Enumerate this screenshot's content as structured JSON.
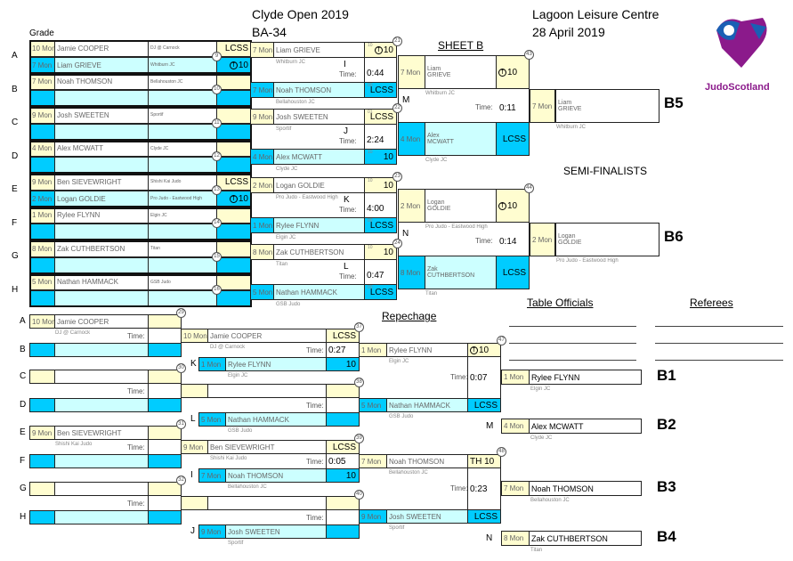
{
  "header": {
    "title": "Clyde Open 2019",
    "code": "BA-34",
    "venue": "Lagoon Leisure Centre",
    "date": "28 April 2019",
    "sheet": "SHEET B",
    "semifinalists": "SEMI-FINALISTS",
    "repechage": "Repechage",
    "table_officials": "Table Officials",
    "referees": "Referees",
    "grade": "Grade",
    "time_label": "Time:",
    "logo_text": "JudoScotland"
  },
  "colors": {
    "yellow": "#fffdd0",
    "blue": "#00ccff",
    "cyan": "#ccffff"
  },
  "pools": [
    {
      "letter": "A",
      "bout": "9",
      "rows": [
        {
          "grade": "10 Mon",
          "name": "Jamie COOPER",
          "club": "DJ @ Carnock",
          "score": "LCSS"
        },
        {
          "grade": "7 Mon",
          "name": "Liam GRIEVE",
          "club": "Whitburn JC",
          "score": "10",
          "t": "T"
        }
      ]
    },
    {
      "letter": "B",
      "bout": "10",
      "rows": [
        {
          "grade": "7 Mon",
          "name": "Noah THOMSON",
          "club": "Bellahouston JC",
          "score": ""
        },
        {
          "grade": "",
          "name": "",
          "club": "",
          "score": ""
        }
      ]
    },
    {
      "letter": "C",
      "bout": "11",
      "rows": [
        {
          "grade": "9 Mon",
          "name": "Josh SWEETEN",
          "club": "Sportif",
          "score": ""
        },
        {
          "grade": "",
          "name": "",
          "club": "",
          "score": ""
        }
      ]
    },
    {
      "letter": "D",
      "bout": "12",
      "rows": [
        {
          "grade": "4 Mon",
          "name": "Alex MCWATT",
          "club": "Clyde JC",
          "score": ""
        },
        {
          "grade": "",
          "name": "",
          "club": "",
          "score": ""
        }
      ]
    },
    {
      "letter": "E",
      "bout": "13",
      "rows": [
        {
          "grade": "9 Mon",
          "name": "Ben SIEVEWRIGHT",
          "club": "Shishi Kai Judo",
          "score": "LCSS"
        },
        {
          "grade": "2 Mon",
          "name": "Logan GOLDIE",
          "club": "Pro Judo - Eastwood High",
          "score": "10",
          "t": "T"
        }
      ]
    },
    {
      "letter": "F",
      "bout": "14",
      "rows": [
        {
          "grade": "1 Mon",
          "name": "Rylee FLYNN",
          "club": "Elgin JC",
          "score": ""
        },
        {
          "grade": "",
          "name": "",
          "club": "",
          "score": ""
        }
      ]
    },
    {
      "letter": "G",
      "bout": "15",
      "rows": [
        {
          "grade": "8 Mon",
          "name": "Zak CUTHBERTSON",
          "club": "Titan",
          "score": ""
        },
        {
          "grade": "",
          "name": "",
          "club": "",
          "score": ""
        }
      ]
    },
    {
      "letter": "H",
      "bout": "16",
      "rows": [
        {
          "grade": "5 Mon",
          "name": "Nathan HAMMACK",
          "club": "GSB Judo",
          "score": ""
        },
        {
          "grade": "",
          "name": "",
          "club": "",
          "score": ""
        }
      ]
    }
  ],
  "round2": [
    {
      "bout": "21",
      "label": "I",
      "time": "0:44",
      "top": {
        "grade": "7 Mon",
        "name": "Liam GRIEVE",
        "club": "Whitburn JC",
        "score": "10",
        "t": "T",
        "sub": "10"
      },
      "bottom": {
        "grade": "7 Mon",
        "name": "Noah THOMSON",
        "club": "Bellahouston JC",
        "score": "LCSS",
        "sub": "00"
      }
    },
    {
      "bout": "22",
      "label": "J",
      "time": "2:24",
      "top": {
        "grade": "9 Mon",
        "name": "Josh SWEETEN",
        "club": "Sportif",
        "score": "LCSS",
        "sub": "01"
      },
      "bottom": {
        "grade": "4 Mon",
        "name": "Alex MCWATT",
        "club": "Clyde JC",
        "score": "10",
        "sub": "10"
      }
    },
    {
      "bout": "23",
      "label": "K",
      "time": "4:00",
      "top": {
        "grade": "2 Mon",
        "name": "Logan GOLDIE",
        "club": "Pro Judo - Eastwood High",
        "score": "10",
        "sub": "10"
      },
      "bottom": {
        "grade": "1 Mon",
        "name": "Rylee FLYNN",
        "club": "Elgin JC",
        "score": "LCSS",
        "sub": "00"
      }
    },
    {
      "bout": "24",
      "label": "L",
      "time": "0:47",
      "top": {
        "grade": "8 Mon",
        "name": "Zak CUTHBERTSON",
        "club": "Titan",
        "score": "10",
        "sub": "10"
      },
      "bottom": {
        "grade": "5 Mon",
        "name": "Nathan HAMMACK",
        "club": "GSB Judo",
        "score": "LCSS",
        "sub": "00"
      }
    }
  ],
  "semis": [
    {
      "bout": "43",
      "label": "M",
      "time": "0:11",
      "top": {
        "grade": "7 Mon",
        "first": "Liam",
        "last": "GRIEVE",
        "club": "Whitburn JC",
        "score": "10",
        "t": "T",
        "sub": "10"
      },
      "bottom": {
        "grade": "4 Mon",
        "first": "Alex",
        "last": "MCWATT",
        "club": "Clyde JC",
        "score": "LCSS",
        "sub": "00"
      },
      "final": {
        "place": "B5",
        "grade": "7 Mon",
        "first": "Liam",
        "last": "GRIEVE",
        "club": "Whitburn JC"
      }
    },
    {
      "bout": "44",
      "label": "N",
      "time": "0:14",
      "top": {
        "grade": "2 Mon",
        "first": "Logan",
        "last": "GOLDIE",
        "club": "Pro Judo - Eastwood High",
        "score": "10",
        "t": "T",
        "sub": "10"
      },
      "bottom": {
        "grade": "8 Mon",
        "first": "Zak",
        "last": "CUTHBERTSON",
        "club": "Titan",
        "score": "LCSS",
        "sub": "00"
      },
      "final": {
        "place": "B6",
        "grade": "2 Mon",
        "first": "Logan",
        "last": "GOLDIE",
        "club": "Pro Judo - Eastwood High"
      }
    }
  ],
  "rep1": [
    {
      "bout": "29",
      "letters": [
        "A",
        "B"
      ],
      "top": {
        "grade": "10 Mon",
        "name": "Jamie COOPER",
        "club": "DJ @ Carnock"
      },
      "bottom": {
        "grade": "",
        "name": "",
        "club": ""
      }
    },
    {
      "bout": "30",
      "letters": [
        "C",
        "D"
      ],
      "top": {
        "grade": "",
        "name": "",
        "club": ""
      },
      "bottom": {
        "grade": "",
        "name": "",
        "club": ""
      }
    },
    {
      "bout": "31",
      "letters": [
        "E",
        "F"
      ],
      "top": {
        "grade": "9 Mon",
        "name": "Ben SIEVEWRIGHT",
        "club": "Shishi Kai Judo"
      },
      "bottom": {
        "grade": "",
        "name": "",
        "club": ""
      }
    },
    {
      "bout": "32",
      "letters": [
        "G",
        "H"
      ],
      "top": {
        "grade": "",
        "name": "",
        "club": ""
      },
      "bottom": {
        "grade": "",
        "name": "",
        "club": ""
      }
    }
  ],
  "rep2": [
    {
      "bout": "37",
      "label": "K",
      "time": "0:27",
      "top": {
        "grade": "10 Mon",
        "name": "Jamie COOPER",
        "club": "DJ @ Carnock",
        "score": "LCSS"
      },
      "bottom": {
        "grade": "1 Mon",
        "name": "Rylee FLYNN",
        "club": "Elgin JC",
        "score": "10"
      }
    },
    {
      "bout": "38",
      "label": "L",
      "time": "",
      "top": {
        "grade": "",
        "name": "",
        "club": "",
        "score": ""
      },
      "bottom": {
        "grade": "5 Mon",
        "name": "Nathan HAMMACK",
        "club": "GSB Judo",
        "score": ""
      }
    },
    {
      "bout": "39",
      "label": "I",
      "time": "0:05",
      "top": {
        "grade": "9 Mon",
        "name": "Ben SIEVEWRIGHT",
        "club": "Shishi Kai Judo",
        "score": "LCSS"
      },
      "bottom": {
        "grade": "7 Mon",
        "name": "Noah THOMSON",
        "club": "Bellahouston JC",
        "score": "10"
      }
    },
    {
      "bout": "40",
      "label": "J",
      "time": "",
      "top": {
        "grade": "",
        "name": "",
        "club": "",
        "score": ""
      },
      "bottom": {
        "grade": "9 Mon",
        "name": "Josh SWEETEN",
        "club": "Sportif",
        "score": ""
      }
    }
  ],
  "rep3": [
    {
      "bout": "47",
      "time": "0:07",
      "top": {
        "grade": "1 Mon",
        "name": "Rylee FLYNN",
        "club": "Elgin JC",
        "score": "10",
        "t": "T"
      },
      "bottom": {
        "grade": "5 Mon",
        "name": "Nathan HAMMACK",
        "club": "GSB Judo",
        "score": "LCSS"
      }
    },
    {
      "bout": "48",
      "time": "0:23",
      "top": {
        "grade": "7 Mon",
        "name": "Noah THOMSON",
        "club": "Bellahouston JC",
        "score": "TH 10"
      },
      "bottom": {
        "grade": "9 Mon",
        "name": "Josh SWEETEN",
        "club": "Sportif",
        "score": "LCSS"
      }
    }
  ],
  "bronze": [
    {
      "place": "B1",
      "label": "",
      "grade": "1 Mon",
      "name": "Rylee FLYNN",
      "club": "Elgin JC"
    },
    {
      "place": "B2",
      "label": "M",
      "grade": "4 Mon",
      "name": "Alex MCWATT",
      "club": "Clyde JC"
    },
    {
      "place": "B3",
      "label": "",
      "grade": "7 Mon",
      "name": "Noah THOMSON",
      "club": "Bellahouston JC"
    },
    {
      "place": "B4",
      "label": "N",
      "grade": "8 Mon",
      "name": "Zak CUTHBERTSON",
      "club": "Titan"
    }
  ]
}
